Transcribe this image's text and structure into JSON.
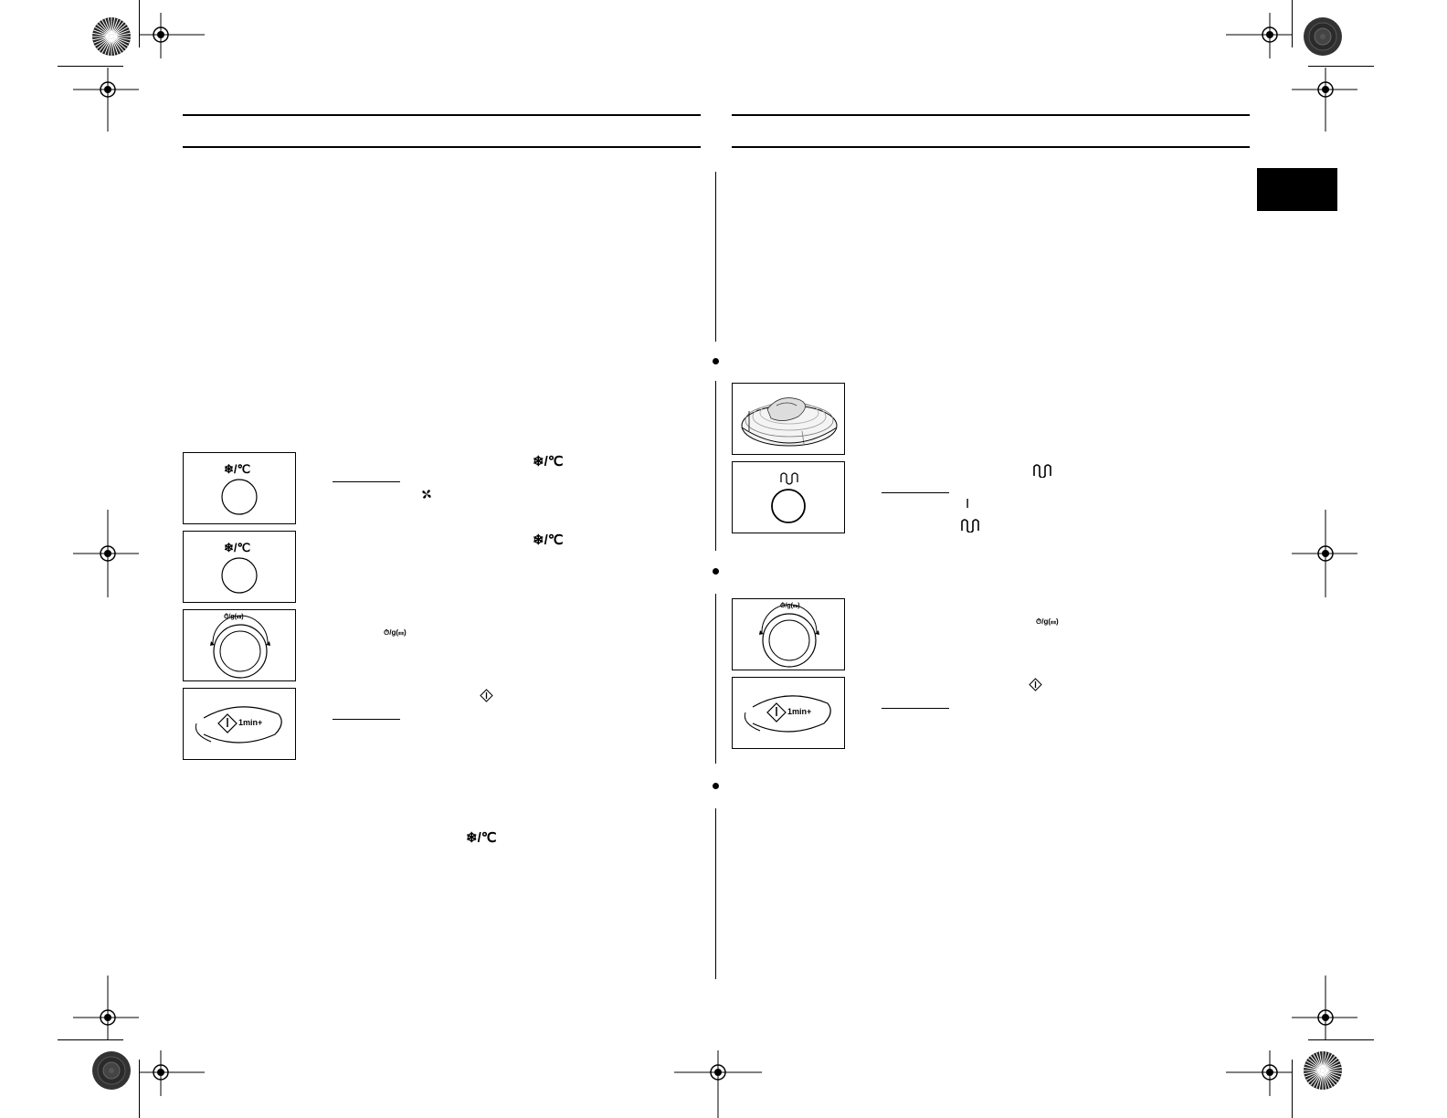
{
  "panels": {
    "convection_button_label_1": "❄/℃",
    "convection_button_label_2": "❄/℃",
    "dial_label_1": "⏱/g(☷)",
    "start_button_text_1": "1min+",
    "grill_button_label": "∪∪",
    "dial_label_2": "⏱/g(☷)",
    "start_button_text_2": "1min+"
  },
  "inline_symbols": {
    "convection_celsius_1": "❄/℃",
    "convection_celsius_2": "❄/℃",
    "convection_celsius_3": "❄/℃",
    "dial_symbol_1": "⏱/g(☷)",
    "dial_symbol_2": "⏱/g(☷)",
    "grill_mode_level": "I"
  },
  "colors": {
    "ink": "#000000",
    "paper": "#ffffff",
    "tab": "#000000"
  },
  "icons": [
    "registration-mark-icon",
    "color-wheel-icon",
    "fan-icon",
    "grill-icon",
    "start-diamond-icon",
    "timer-dial-icon"
  ]
}
